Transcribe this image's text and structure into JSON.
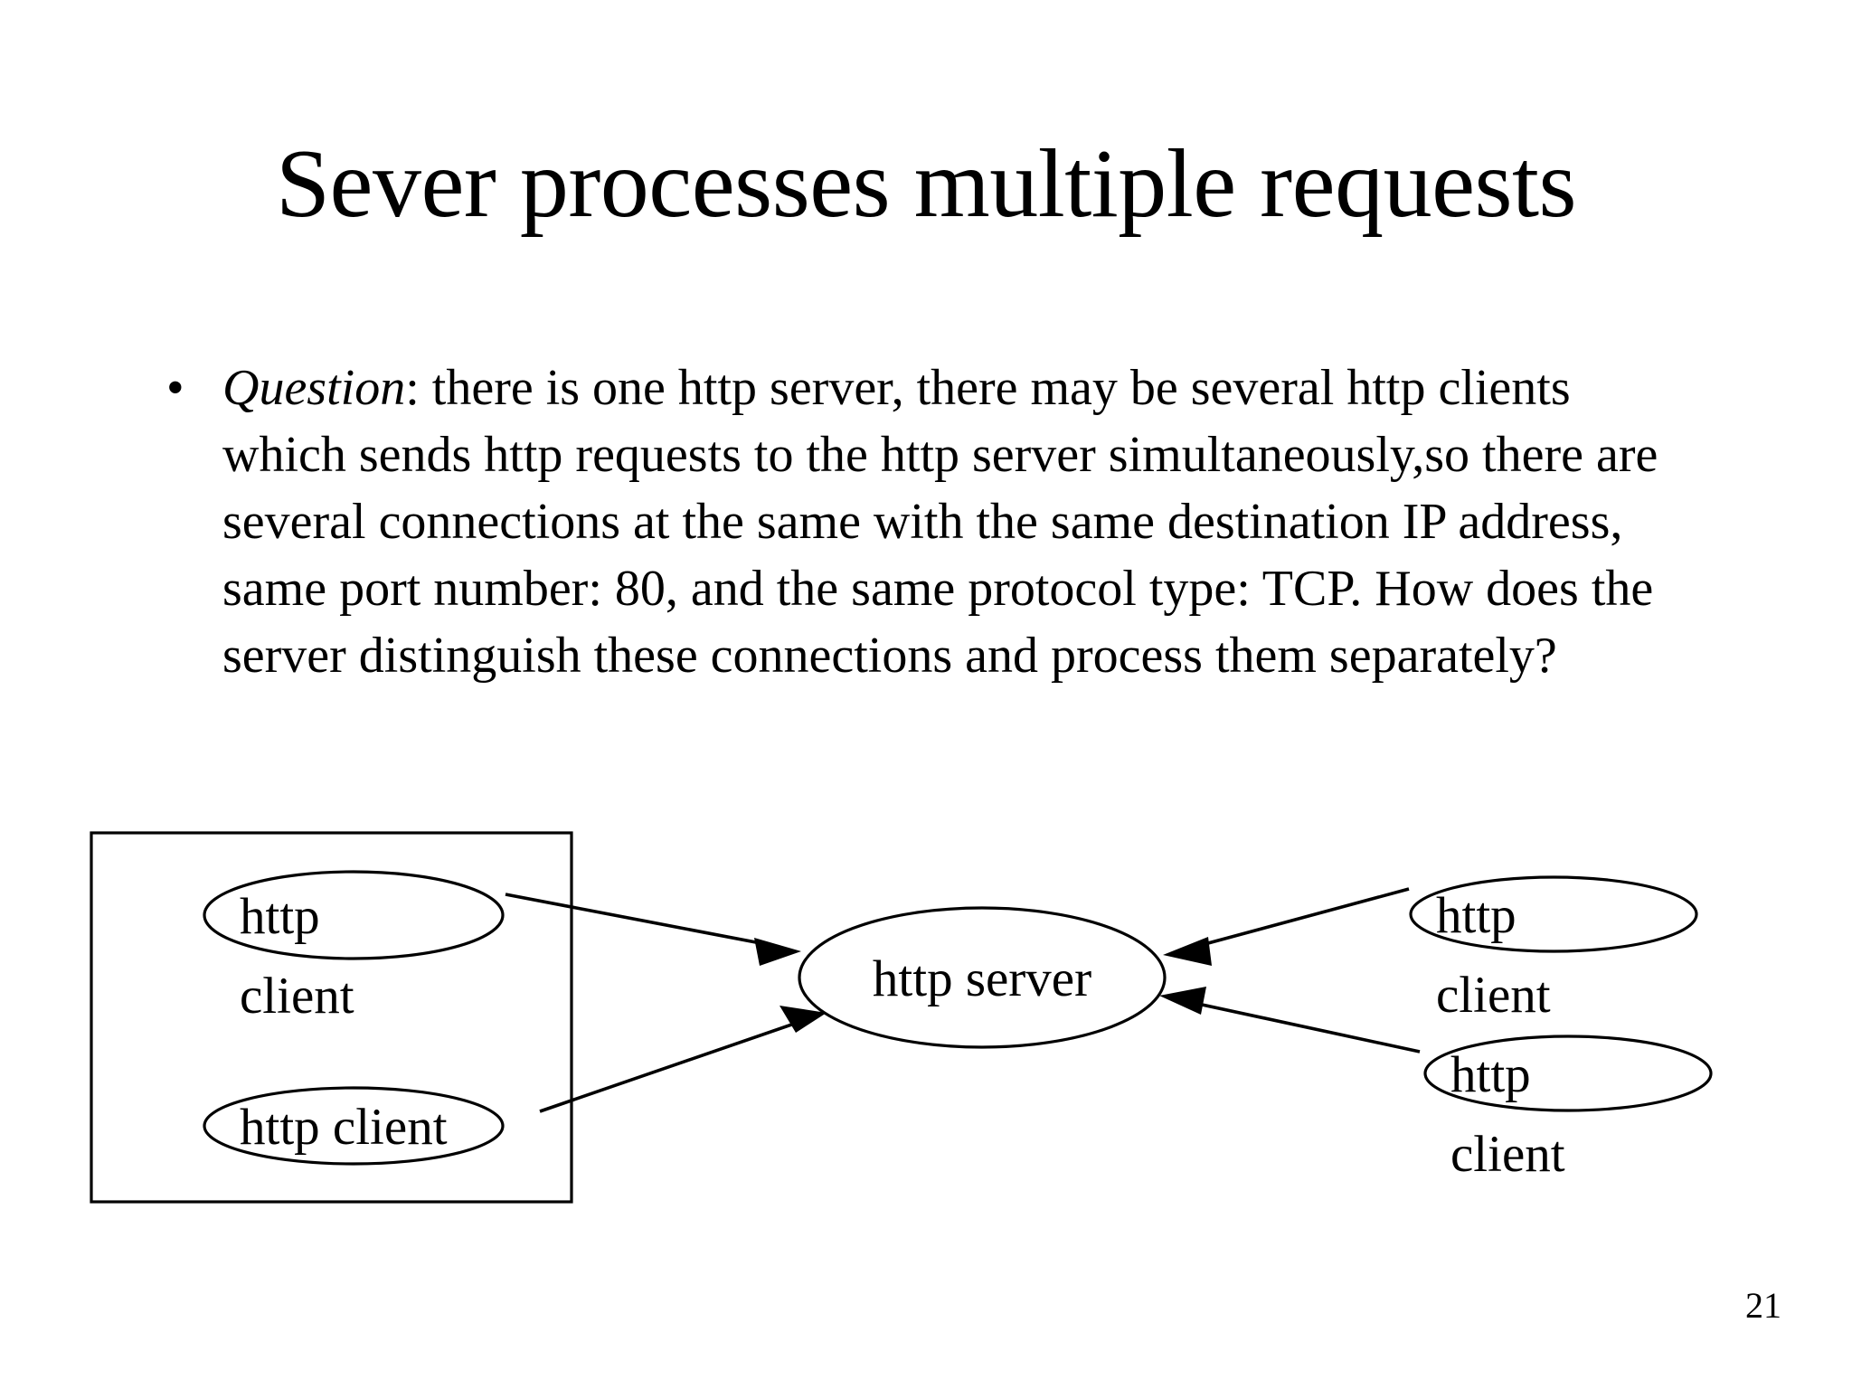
{
  "slide": {
    "title": "Sever processes multiple requests",
    "page_number": "21",
    "background_color": "#ffffff",
    "text_color": "#000000"
  },
  "body": {
    "bullet_marker": "•",
    "emphasis_word": "Question",
    "paragraph_rest": ": there is one http server, there may be several http clients which sends http requests to the http server simultaneously,so there are several connections at the same with the same destination IP address,  same port number: 80, and the same protocol type: TCP. How does the server distinguish these connections and process them separately?",
    "lines": [
      "Question: there is one http server, there may be several",
      "http clients which sends http requests to the http server",
      "simultaneously,so there are several connections at the",
      "same with the same destination IP address,  same port",
      "number: 80, and the same protocol type: TCP. How does",
      "the server distinguish these connections and process them",
      "separately?"
    ]
  },
  "diagram": {
    "group_box_label": "",
    "server": {
      "label": "http server"
    },
    "left_clients": [
      {
        "ellipse_label": "http",
        "outside_label": "client"
      },
      {
        "ellipse_label": "http client",
        "outside_label": ""
      }
    ],
    "right_clients": [
      {
        "ellipse_label": "http",
        "outside_label": "client"
      },
      {
        "ellipse_label": "http",
        "outside_label": "client"
      }
    ],
    "edges": [
      {
        "from": "left-client-1",
        "to": "http-server",
        "direction": "to-server"
      },
      {
        "from": "left-client-2",
        "to": "http-server",
        "direction": "to-server"
      },
      {
        "from": "right-client-1",
        "to": "http-server",
        "direction": "to-server"
      },
      {
        "from": "right-client-2",
        "to": "http-server",
        "direction": "to-server"
      }
    ],
    "stroke_color": "#000000"
  }
}
